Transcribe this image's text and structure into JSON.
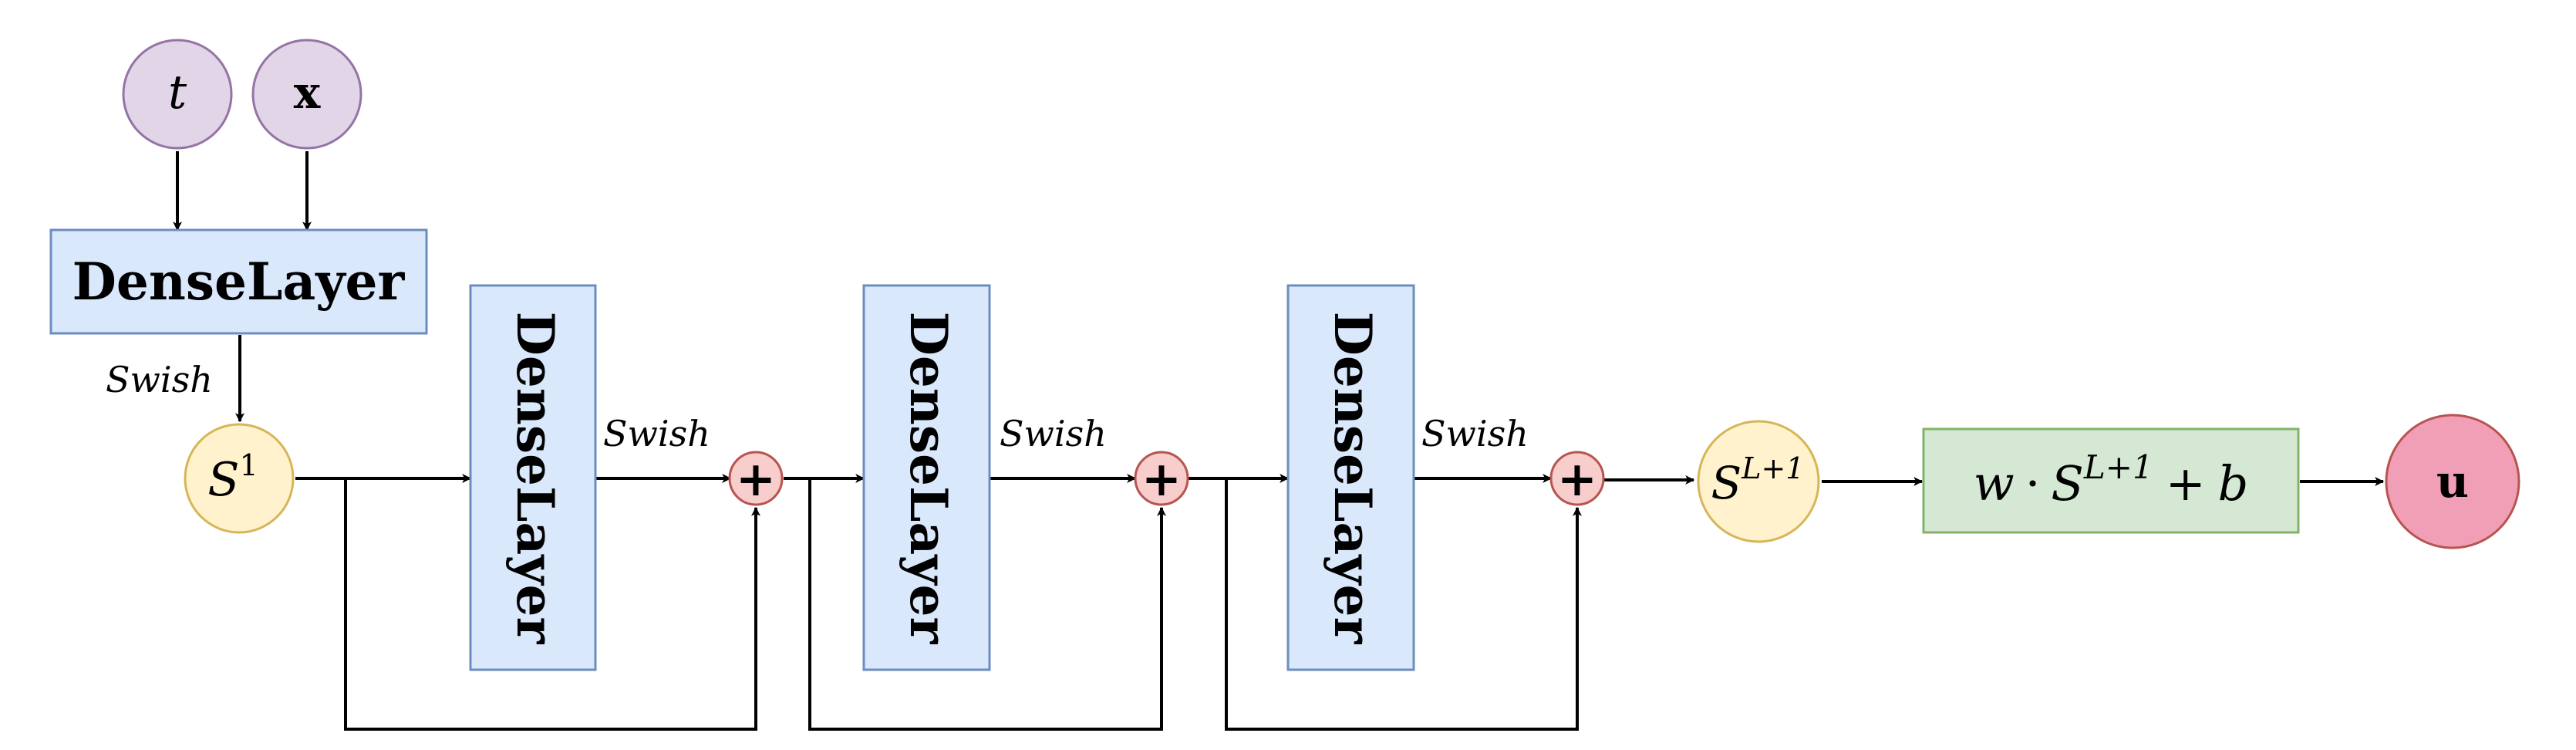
{
  "inputs": [
    {
      "label": "t",
      "style": "italic"
    },
    {
      "label": "x",
      "style": "bold"
    }
  ],
  "input_layer": {
    "label": "DenseLayer"
  },
  "activation_label": "Swish",
  "state_first": {
    "base": "S",
    "sup": "1"
  },
  "blocks": [
    {
      "label": "DenseLayer",
      "activation": "Swish",
      "sum_symbol": "+"
    },
    {
      "label": "DenseLayer",
      "activation": "Swish",
      "sum_symbol": "+"
    },
    {
      "label": "DenseLayer",
      "activation": "Swish",
      "sum_symbol": "+"
    }
  ],
  "state_last": {
    "base": "S",
    "sup": "L+1"
  },
  "output_layer": {
    "w": "w",
    "dot": "·",
    "base": "S",
    "sup": "L+1",
    "plus": "+",
    "b": "b"
  },
  "output": {
    "label": "u"
  },
  "colors": {
    "input_fill": "#e1d5e7",
    "input_stroke": "#9673a6",
    "dense_fill": "#dae8fc",
    "dense_stroke": "#6c8ebf",
    "state_fill": "#fff2cc",
    "state_stroke": "#d6b656",
    "sum_fill": "#f8cecc",
    "sum_stroke": "#b85450",
    "linear_fill": "#d5e8d4",
    "linear_stroke": "#82b366",
    "output_fill": "#f19fb6",
    "output_stroke": "#b85450",
    "edge": "#000000"
  }
}
